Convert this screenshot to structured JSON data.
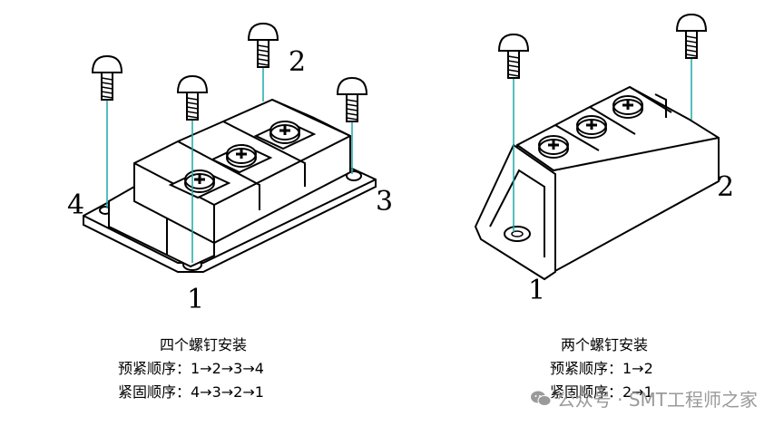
{
  "left": {
    "screw_labels": [
      "1",
      "2",
      "3",
      "4"
    ],
    "caption": {
      "title": "四个螺钉安装",
      "pre_tighten": "预紧顺序：1→2→3→4",
      "final_tighten": "紧固顺序：4→3→2→1"
    }
  },
  "right": {
    "screw_labels": [
      "1",
      "2"
    ],
    "caption": {
      "title": "两个螺钉安装",
      "pre_tighten": "预紧顺序：1→2",
      "final_tighten": "紧固顺序：2→1"
    }
  },
  "watermark": {
    "text": "公众号 · SMT工程师之家",
    "icon": "wechat-icon"
  },
  "colors": {
    "line": "#000000",
    "guide": "#1fa7a7",
    "watermark": "#9a9a9a"
  }
}
